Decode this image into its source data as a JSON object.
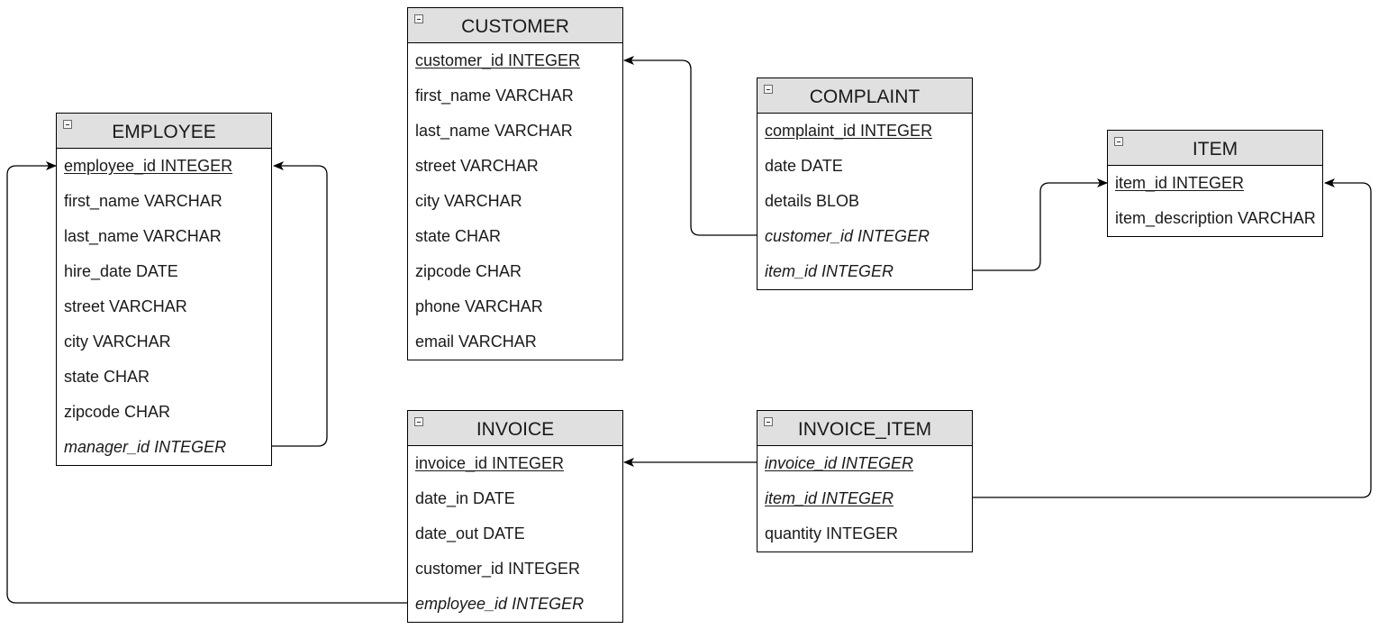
{
  "diagram": {
    "entities": [
      {
        "id": "employee",
        "name": "EMPLOYEE",
        "attributes": [
          {
            "text": "employee_id INTEGER",
            "key": "pk"
          },
          {
            "text": "first_name VARCHAR",
            "key": ""
          },
          {
            "text": "last_name VARCHAR",
            "key": ""
          },
          {
            "text": "hire_date DATE",
            "key": ""
          },
          {
            "text": "street VARCHAR",
            "key": ""
          },
          {
            "text": "city VARCHAR",
            "key": ""
          },
          {
            "text": "state CHAR",
            "key": ""
          },
          {
            "text": "zipcode CHAR",
            "key": ""
          },
          {
            "text": "manager_id INTEGER",
            "key": "fk"
          }
        ]
      },
      {
        "id": "customer",
        "name": "CUSTOMER",
        "attributes": [
          {
            "text": "customer_id INTEGER",
            "key": "pk"
          },
          {
            "text": "first_name VARCHAR",
            "key": ""
          },
          {
            "text": "last_name VARCHAR",
            "key": ""
          },
          {
            "text": "street VARCHAR",
            "key": ""
          },
          {
            "text": "city VARCHAR",
            "key": ""
          },
          {
            "text": "state CHAR",
            "key": ""
          },
          {
            "text": "zipcode CHAR",
            "key": ""
          },
          {
            "text": "phone VARCHAR",
            "key": ""
          },
          {
            "text": "email VARCHAR",
            "key": ""
          }
        ]
      },
      {
        "id": "complaint",
        "name": "COMPLAINT",
        "attributes": [
          {
            "text": "complaint_id INTEGER",
            "key": "pk"
          },
          {
            "text": "date DATE",
            "key": ""
          },
          {
            "text": "details BLOB",
            "key": ""
          },
          {
            "text": "customer_id INTEGER",
            "key": "fk"
          },
          {
            "text": "item_id INTEGER",
            "key": "fk"
          }
        ]
      },
      {
        "id": "item",
        "name": "ITEM",
        "attributes": [
          {
            "text": "item_id INTEGER",
            "key": "pk"
          },
          {
            "text": "item_description VARCHAR",
            "key": ""
          }
        ]
      },
      {
        "id": "invoice",
        "name": "INVOICE",
        "attributes": [
          {
            "text": "invoice_id INTEGER",
            "key": "pk"
          },
          {
            "text": "date_in DATE",
            "key": ""
          },
          {
            "text": "date_out DATE",
            "key": ""
          },
          {
            "text": "customer_id INTEGER",
            "key": ""
          },
          {
            "text": "employee_id INTEGER",
            "key": "fk"
          }
        ]
      },
      {
        "id": "invoice_item",
        "name": "INVOICE_ITEM",
        "attributes": [
          {
            "text": "invoice_id INTEGER",
            "key": "pk fk"
          },
          {
            "text": "item_id INTEGER",
            "key": "pk fk"
          },
          {
            "text": "quantity INTEGER",
            "key": ""
          }
        ]
      }
    ],
    "relationships": [
      {
        "from": "employee.manager_id",
        "to": "employee.employee_id"
      },
      {
        "from": "complaint.customer_id",
        "to": "customer.customer_id"
      },
      {
        "from": "complaint.item_id",
        "to": "item.item_id"
      },
      {
        "from": "invoice_item.invoice_id",
        "to": "invoice.invoice_id"
      },
      {
        "from": "invoice_item.item_id",
        "to": "item.item_id"
      },
      {
        "from": "invoice.employee_id",
        "to": "employee.employee_id"
      }
    ],
    "colors": {
      "header_fill": "#e0e0e0",
      "border": "#000000",
      "line": "#000000"
    }
  }
}
